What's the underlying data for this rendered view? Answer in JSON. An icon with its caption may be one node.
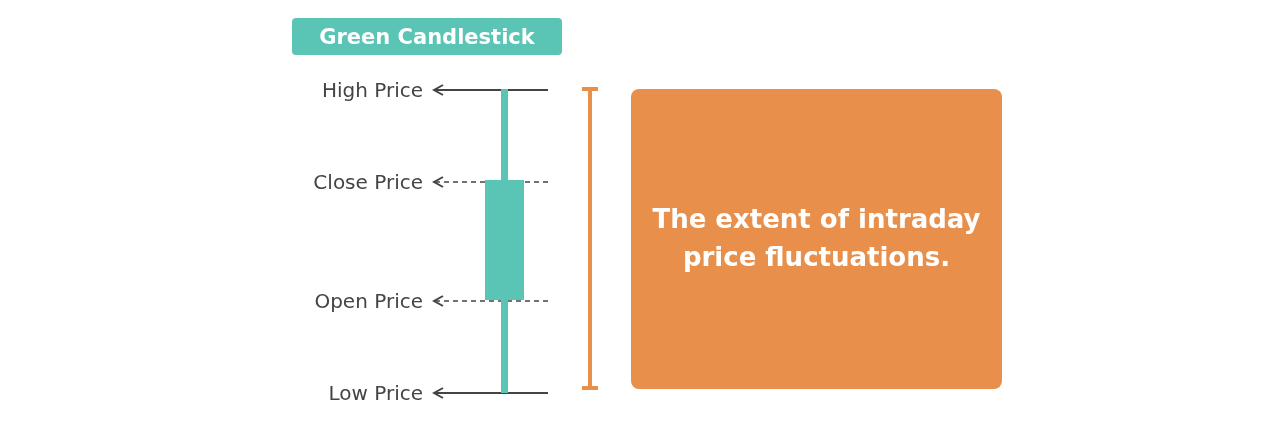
{
  "diagram": {
    "title": "Green Candlestick",
    "nodes": [
      {
        "text": [
          "High Price"
        ]
      },
      {
        "text": [
          "Close Price"
        ]
      },
      {
        "text": [
          "Open Price"
        ]
      },
      {
        "text": [
          "Low Price"
        ]
      },
      {
        "text": [],
        "shape": "bar"
      },
      {
        "text": [
          "The extent of intraday price fluctuations."
        ]
      }
    ],
    "edges": [
      {
        "from": null,
        "to": 0,
        "arrow": "to"
      },
      {
        "from": null,
        "to": 1,
        "arrow": "to",
        "style": "dashed"
      },
      {
        "from": null,
        "to": 2,
        "arrow": "to",
        "style": "dashed"
      },
      {
        "from": null,
        "to": 3,
        "arrow": "to"
      }
    ]
  }
}
